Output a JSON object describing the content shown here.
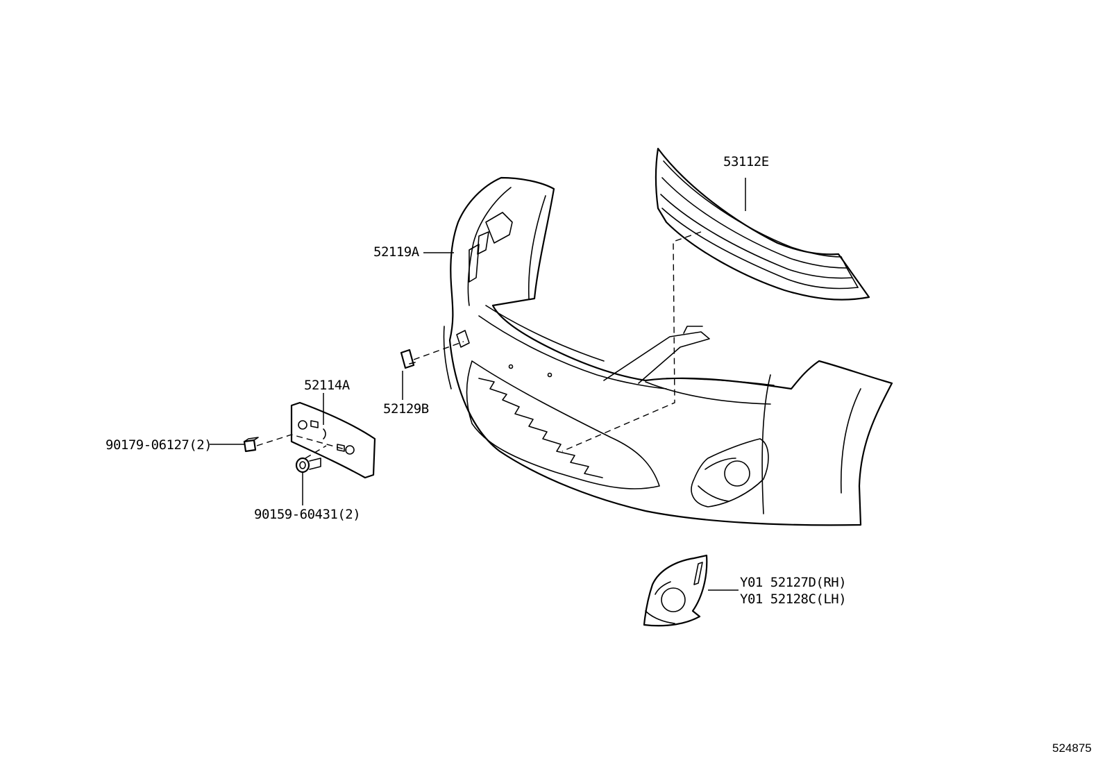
{
  "parts": {
    "grille": "53112E",
    "bumper_cover": "52119A",
    "license_bracket": "52114A",
    "tow_hook_cover": "52129B",
    "clip": "90179-06127(2)",
    "screw": "90159-60431(2)",
    "fog_cover_rh": "Y01 52127D(RH)",
    "fog_cover_lh": "Y01 52128C(LH)"
  },
  "diagram_id": "524875"
}
